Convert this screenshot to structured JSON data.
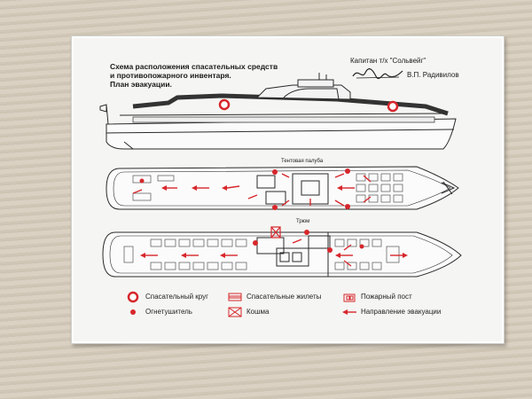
{
  "title": {
    "line1": "Схема расположения спасательных средств",
    "line2": "и противопожарного инвентаря.",
    "line3": "План эвакуации."
  },
  "captain": {
    "label": "Капитан т/х \"Сольвейг\"",
    "name": "В.П. Радивилов"
  },
  "decks": {
    "upper": "Тентовая палуба",
    "hold": "Трюм"
  },
  "legend": {
    "life_ring": "Спасательный круг",
    "extinguisher": "Огнетушитель",
    "life_vests": "Спасательные жилеты",
    "felt_blanket": "Кошма",
    "fire_post": "Пожарный пост",
    "evac_direction": "Направление эвакуации"
  },
  "colors": {
    "accent_red": "#d7262b",
    "line": "#2a2a2a"
  }
}
